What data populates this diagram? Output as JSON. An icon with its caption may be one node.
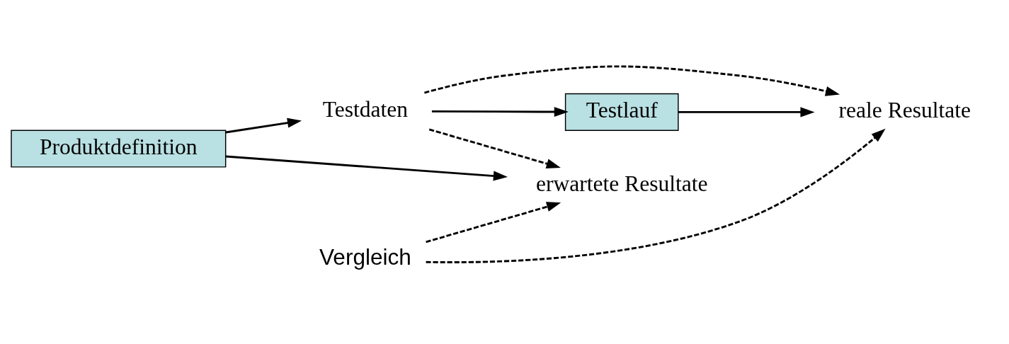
{
  "diagram": {
    "nodes": [
      {
        "text": [
          "Produktdefinition"
        ]
      },
      {
        "text": [
          "Testdaten"
        ]
      },
      {
        "text": [
          "erwartete Resultate"
        ]
      },
      {
        "text": [
          "reale Resultate"
        ]
      },
      {
        "text": [
          "Testlauf"
        ]
      },
      {
        "text": [
          "Vergleich"
        ]
      }
    ],
    "edges": [
      {
        "from": 0,
        "to": 1,
        "arrow": "to"
      },
      {
        "from": 0,
        "to": 2,
        "arrow": "to"
      },
      {
        "from": 1,
        "to": 2,
        "arrow": "to",
        "style": "dashed"
      },
      {
        "from": 1,
        "to": 3,
        "arrow": "to",
        "style": "dashed"
      },
      {
        "from": 1,
        "to": 4,
        "arrow": "to"
      },
      {
        "from": 4,
        "to": 3,
        "arrow": "to"
      },
      {
        "from": 5,
        "to": 2,
        "arrow": "to",
        "style": "dashed"
      },
      {
        "from": 5,
        "to": 3,
        "arrow": "to",
        "style": "dashed"
      }
    ]
  }
}
